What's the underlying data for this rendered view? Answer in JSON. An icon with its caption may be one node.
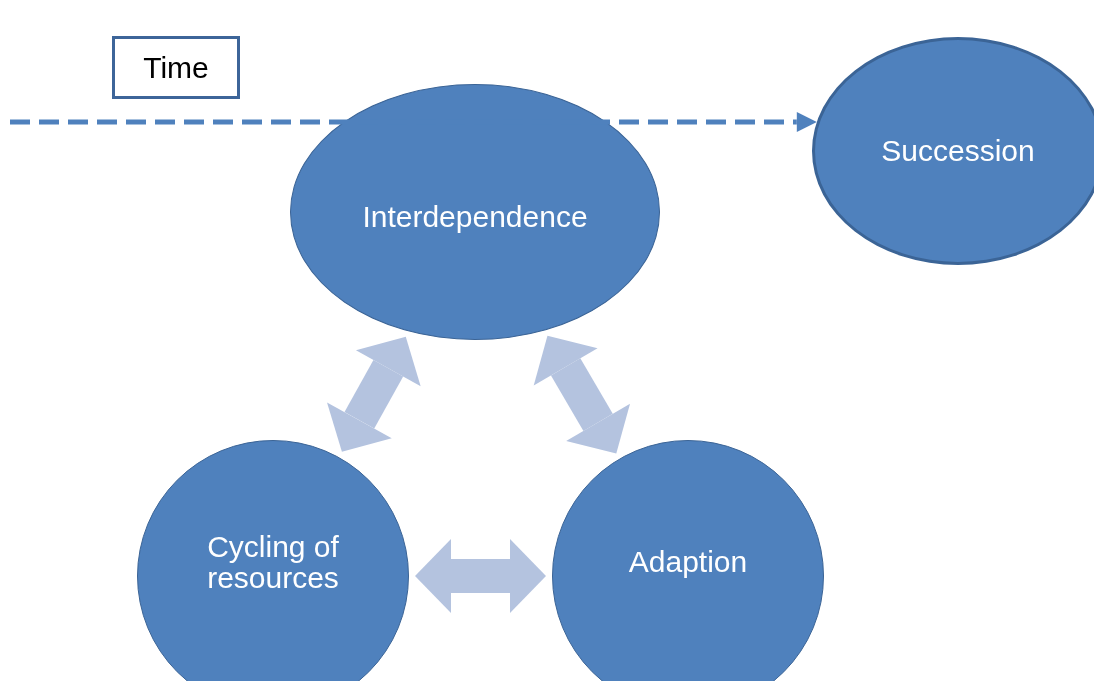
{
  "diagram": {
    "nodes": [
      {
        "text": [
          "Time"
        ]
      },
      {
        "text": [
          "Succession"
        ]
      },
      {
        "text": [
          "Interdependence"
        ]
      },
      {
        "text": [
          "Cycling of resources"
        ]
      },
      {
        "text": [
          "Adaption"
        ]
      }
    ],
    "edges": [
      {
        "from": null,
        "to": 1,
        "arrow": "to",
        "style": "dashed",
        "color": "#4f81bd"
      },
      {
        "from": 2,
        "to": 3,
        "arrow": "both"
      },
      {
        "from": 2,
        "to": 4,
        "arrow": "both"
      },
      {
        "from": 3,
        "to": 4,
        "arrow": "both"
      }
    ]
  }
}
